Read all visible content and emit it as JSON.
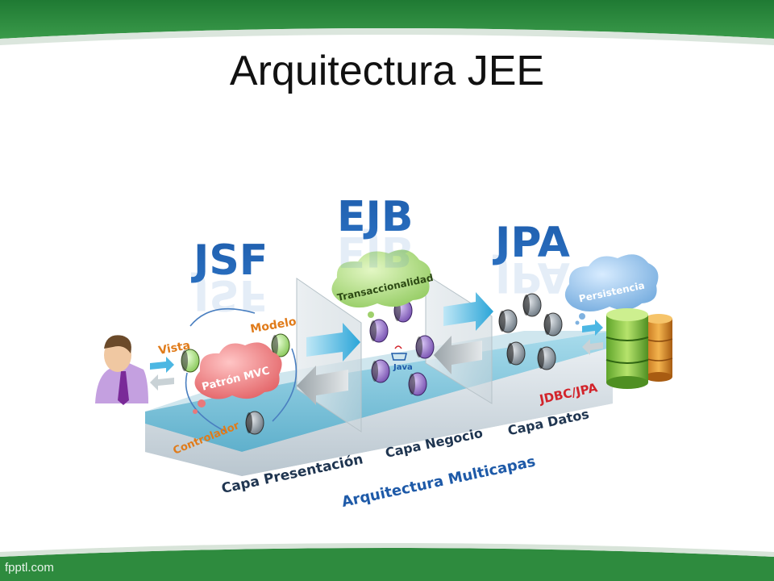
{
  "slide": {
    "title": "Arquitectura JEE",
    "footer": "fpptl.com"
  },
  "diagram": {
    "tech_labels": {
      "jsf": "JSF",
      "ejb": "EJB",
      "jpa": "JPA"
    },
    "clouds": {
      "mvc": "Patrón MVC",
      "transacciones": "Transaccionalidad",
      "persistencia": "Persistencia"
    },
    "mvc_labels": {
      "vista": "Vista",
      "modelo": "Modelo",
      "controlador": "Controlador"
    },
    "java_label": "Java",
    "jdbc_label": "JDBC/JPA",
    "layers": {
      "presentacion": "Capa Presentación",
      "negocio": "Capa Negocio",
      "datos": "Capa Datos"
    },
    "platform_label": "Arquitectura Multicapas"
  },
  "colors": {
    "header_green": "#2e8b3e",
    "platform_blue": "#7fc3d8",
    "label_orange": "#e07b1a",
    "label_red": "#d2232a",
    "label_blue": "#1e5aa8"
  }
}
